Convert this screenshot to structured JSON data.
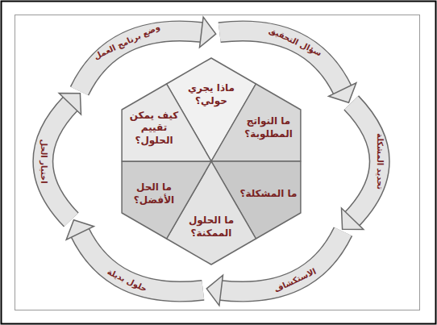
{
  "diagram": {
    "nodes": [
      {
        "text": [
          "ماذا يجري حولي؟"
        ]
      },
      {
        "text": [
          "ما النواتج المطلوبة؟"
        ]
      },
      {
        "text": [
          "ما المشكلة؟"
        ]
      },
      {
        "text": [
          "ما الحلول الممكنة؟"
        ]
      },
      {
        "text": [
          "ما الحل الأفضل؟"
        ]
      },
      {
        "text": [
          "كيف يمكن تقييم الحلول؟"
        ]
      }
    ],
    "labels": [
      "وضع برنامج العمل",
      "سؤال التحقيق",
      "تحديد المشكلة",
      "الاستكشاف",
      "حلول بديلة",
      "اختيار الحل"
    ]
  }
}
